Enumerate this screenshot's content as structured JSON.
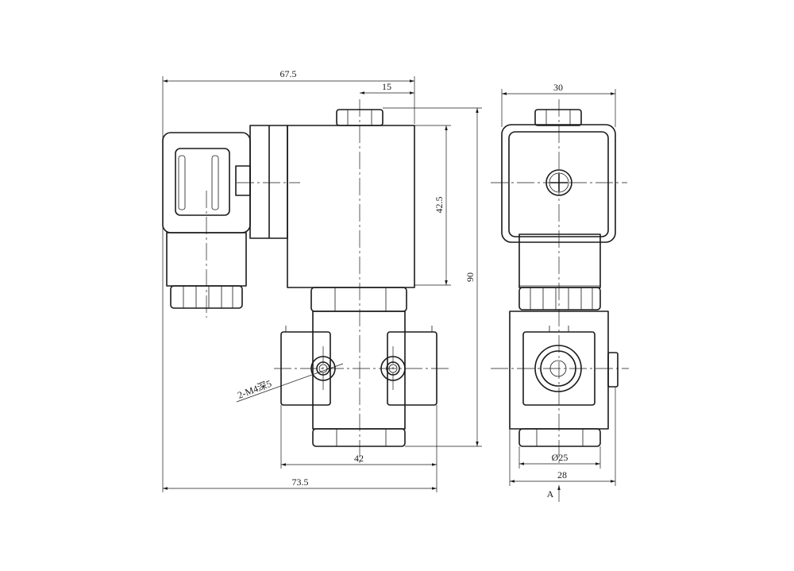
{
  "dimensions": {
    "front_overall_width": "67.5",
    "front_nut_offset": "15",
    "front_coil_height": "42.5",
    "front_total_height": "90",
    "front_body_width": "42",
    "front_total_width": "73.5",
    "side_top_width": "30",
    "side_port_diameter": "Ø25",
    "side_body_width": "28"
  },
  "annotations": {
    "mount_holes": "2-M4深5",
    "view_marker": "A"
  }
}
